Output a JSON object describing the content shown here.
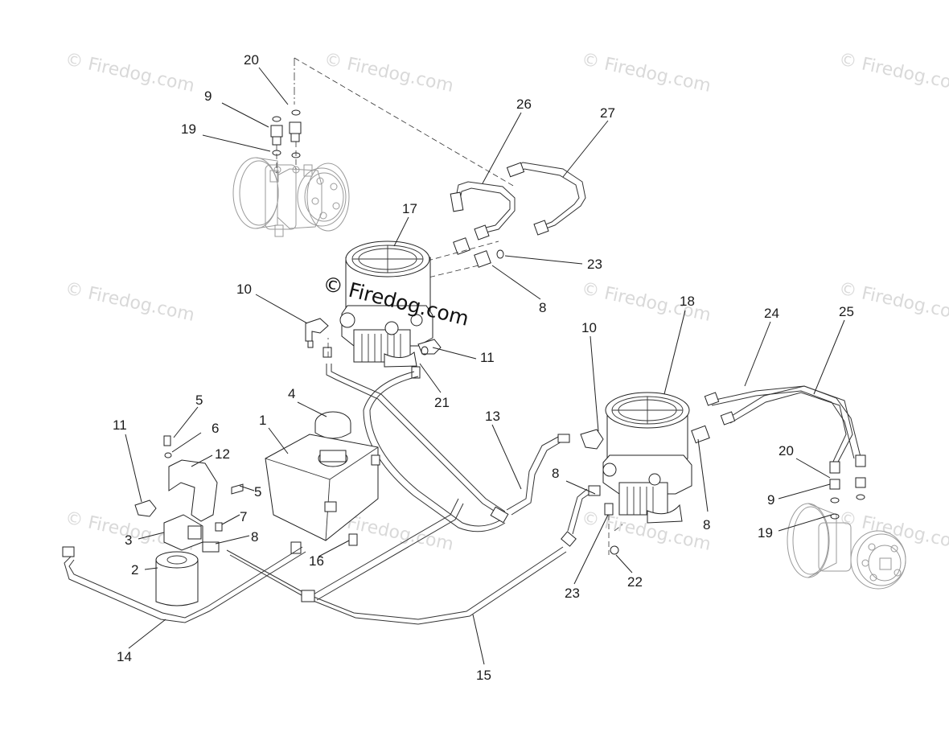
{
  "watermark": {
    "text": "© Firedog.com",
    "center_text": "© Firedog.com"
  },
  "callouts": [
    {
      "id": "c20a",
      "label": "20"
    },
    {
      "id": "c9a",
      "label": "9"
    },
    {
      "id": "c19a",
      "label": "19"
    },
    {
      "id": "c26",
      "label": "26"
    },
    {
      "id": "c27",
      "label": "27"
    },
    {
      "id": "c17",
      "label": "17"
    },
    {
      "id": "c23a",
      "label": "23"
    },
    {
      "id": "c8a",
      "label": "8"
    },
    {
      "id": "c10a",
      "label": "10"
    },
    {
      "id": "c11a",
      "label": "11"
    },
    {
      "id": "c21",
      "label": "21"
    },
    {
      "id": "c18",
      "label": "18"
    },
    {
      "id": "c24",
      "label": "24"
    },
    {
      "id": "c25",
      "label": "25"
    },
    {
      "id": "c10b",
      "label": "10"
    },
    {
      "id": "c13",
      "label": "13"
    },
    {
      "id": "c4",
      "label": "4"
    },
    {
      "id": "c1",
      "label": "1"
    },
    {
      "id": "c5a",
      "label": "5"
    },
    {
      "id": "c6",
      "label": "6"
    },
    {
      "id": "c11b",
      "label": "11"
    },
    {
      "id": "c12",
      "label": "12"
    },
    {
      "id": "c5b",
      "label": "5"
    },
    {
      "id": "c7",
      "label": "7"
    },
    {
      "id": "c3",
      "label": "3"
    },
    {
      "id": "c8b",
      "label": "8"
    },
    {
      "id": "c2",
      "label": "2"
    },
    {
      "id": "c16",
      "label": "16"
    },
    {
      "id": "c14",
      "label": "14"
    },
    {
      "id": "c15",
      "label": "15"
    },
    {
      "id": "c8c",
      "label": "8"
    },
    {
      "id": "c23b",
      "label": "23"
    },
    {
      "id": "c22",
      "label": "22"
    },
    {
      "id": "c8d",
      "label": "8"
    },
    {
      "id": "c20b",
      "label": "20"
    },
    {
      "id": "c9b",
      "label": "9"
    },
    {
      "id": "c19b",
      "label": "19"
    }
  ]
}
